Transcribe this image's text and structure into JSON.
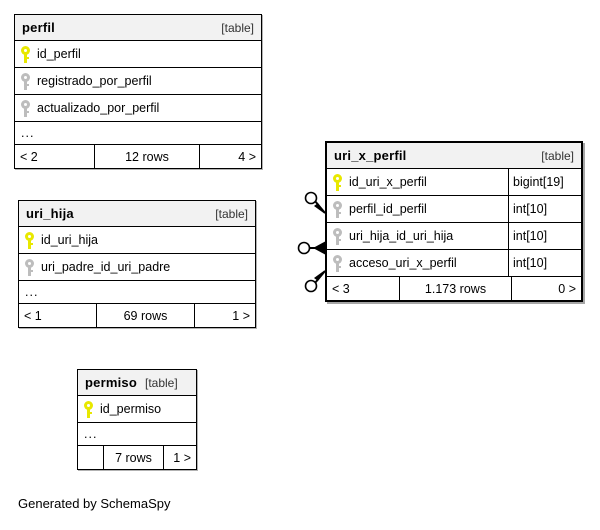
{
  "diagram": {
    "credit": "Generated by SchemaSpy",
    "table_tag": "[table]",
    "ellipsis": "...",
    "colors": {
      "primary_key": "#e8e800",
      "foreign_key": "#bdbdbd",
      "header_background": "#f2f2f2",
      "border": "#000000",
      "background": "#ffffff"
    }
  },
  "tables": [
    {
      "name": "perfil",
      "tag": "[table]",
      "focused": false,
      "columns": [
        {
          "name": "id_perfil",
          "key": "primary",
          "type": ""
        },
        {
          "name": "registrado_por_perfil",
          "key": "normal",
          "type": ""
        },
        {
          "name": "actualizado_por_perfil",
          "key": "normal",
          "type": ""
        }
      ],
      "has_ellipsis": true,
      "footer": {
        "left": "< 2",
        "center": "12 rows",
        "right": "4 >"
      }
    },
    {
      "name": "uri_hija",
      "tag": "[table]",
      "focused": false,
      "columns": [
        {
          "name": "id_uri_hija",
          "key": "primary",
          "type": ""
        },
        {
          "name": "uri_padre_id_uri_padre",
          "key": "normal",
          "type": ""
        }
      ],
      "has_ellipsis": true,
      "footer": {
        "left": "< 1",
        "center": "69 rows",
        "right": "1 >"
      }
    },
    {
      "name": "permiso",
      "tag": "[table]",
      "focused": false,
      "columns": [
        {
          "name": "id_permiso",
          "key": "primary",
          "type": ""
        }
      ],
      "has_ellipsis": true,
      "footer": {
        "left": "",
        "center": "7 rows",
        "right": "1 >"
      }
    },
    {
      "name": "uri_x_perfil",
      "tag": "[table]",
      "focused": true,
      "columns": [
        {
          "name": "id_uri_x_perfil",
          "key": "primary",
          "type": "bigint[19]"
        },
        {
          "name": "perfil_id_perfil",
          "key": "normal",
          "type": "int[10]"
        },
        {
          "name": "uri_hija_id_uri_hija",
          "key": "normal",
          "type": "int[10]"
        },
        {
          "name": "acceso_uri_x_perfil",
          "key": "normal",
          "type": "int[10]"
        }
      ],
      "has_ellipsis": false,
      "footer": {
        "left": "< 3",
        "center": "1.173 rows",
        "right": "0 >"
      }
    }
  ],
  "relationships": [
    {
      "name": "perfil-to-uri-x-perfil",
      "target_column": "perfil_id_perfil",
      "style": "optional-many"
    },
    {
      "name": "uri-hija-to-uri-x-perfil",
      "target_column": "uri_hija_id_uri_hija",
      "style": "optional-many"
    },
    {
      "name": "permiso-to-uri-x-perfil",
      "target_column": "acceso_uri_x_perfil",
      "style": "optional-many"
    }
  ]
}
